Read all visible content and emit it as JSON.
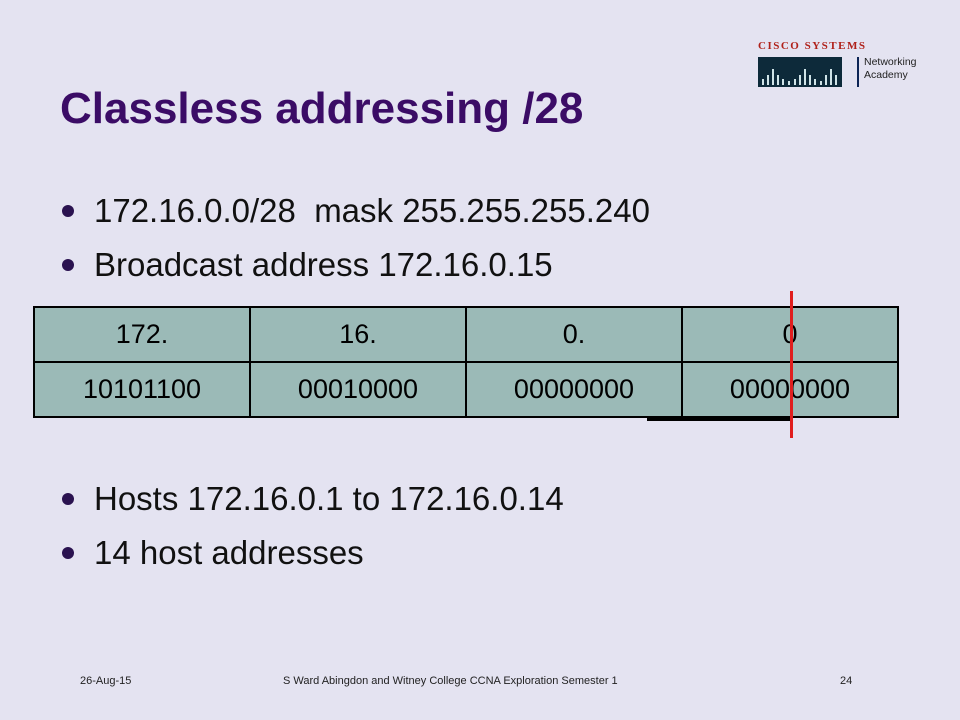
{
  "logo": {
    "brand": "CISCO SYSTEMS",
    "line1": "Networking",
    "line2": "Academy"
  },
  "slide": {
    "title": "Classless addressing /28",
    "bullets_top": [
      "172.16.0.0/28  mask 255.255.255.240",
      "Broadcast address 172.16.0.15"
    ],
    "table": {
      "rows": [
        [
          "172.",
          "16.",
          "0.",
          "0"
        ],
        [
          "10101100",
          "00010000",
          "00000000",
          "00000000"
        ]
      ]
    },
    "bullets_bottom": [
      "Hosts 172.16.0.1 to 172.16.0.14",
      "14 host addresses"
    ]
  },
  "footer": {
    "date": "26-Aug-15",
    "center": "S Ward   Abingdon and Witney College CCNA Exploration Semester 1",
    "page": "24"
  },
  "colors": {
    "background": "#e4e3f1",
    "title": "#3b0c66",
    "table_fill": "#9bbab7",
    "marker_red": "#e01e1e"
  }
}
